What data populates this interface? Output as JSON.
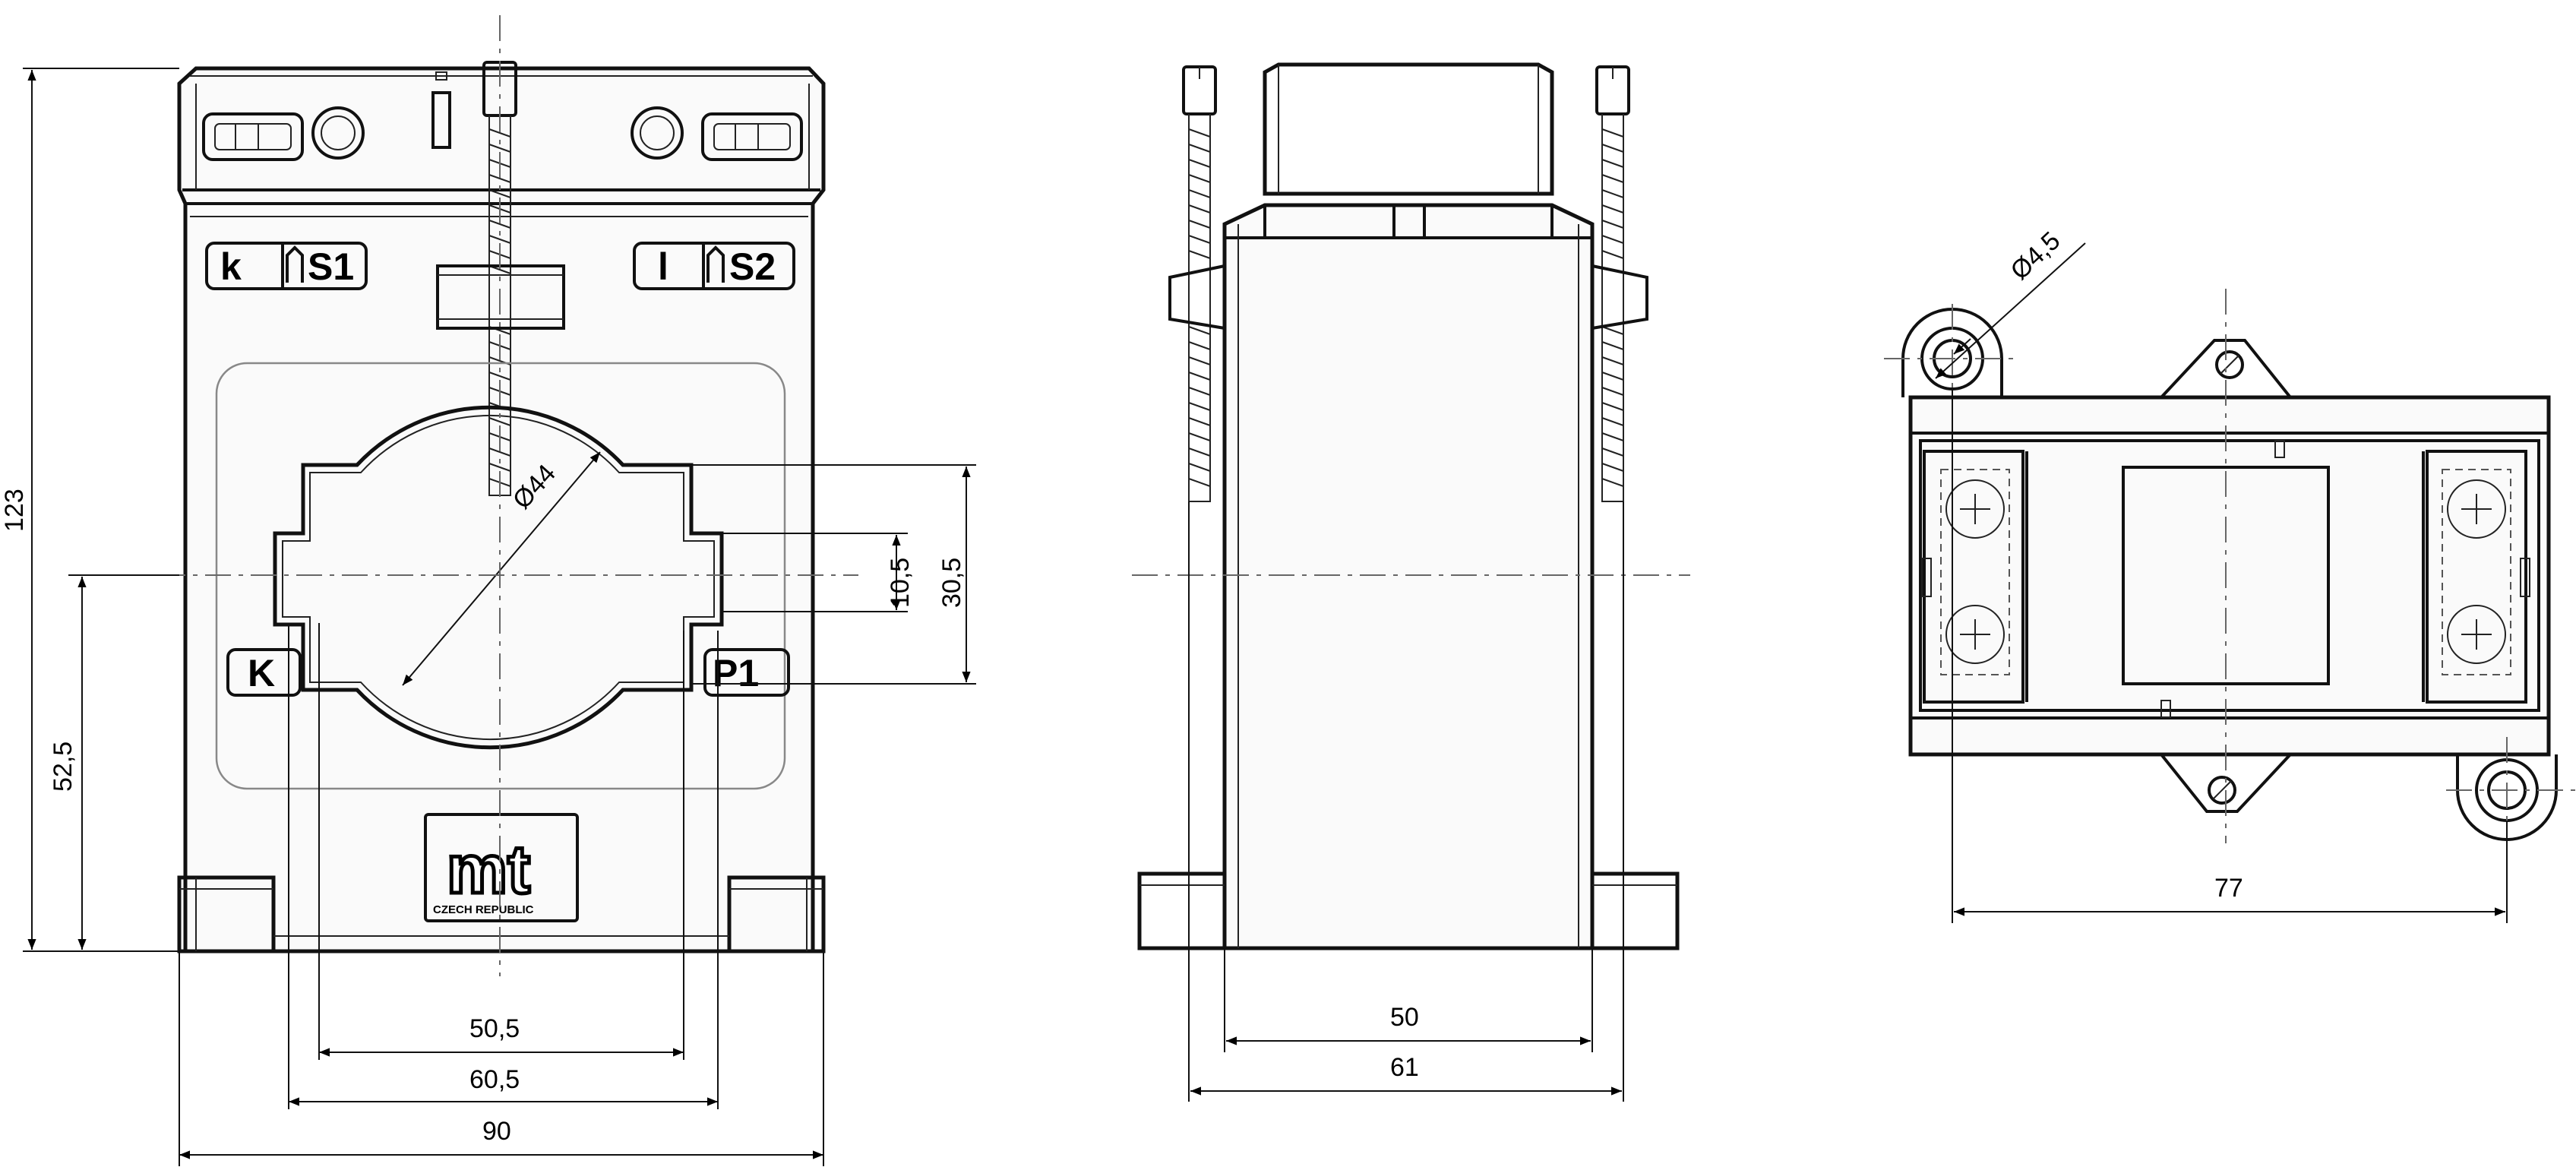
{
  "front_view": {
    "terminal_labels": {
      "k": "k",
      "s1": "S1",
      "l": "l",
      "s2": "S2",
      "K": "K",
      "P1": "P1"
    },
    "logo": {
      "mark": "mt",
      "caption": "CZECH REPUBLIC"
    },
    "dimensions": {
      "height_total": "123",
      "center_height": "52,5",
      "window_diameter": "Ø44",
      "window_offset": "10,5",
      "window_height": "30,5",
      "window_inner_width": "50,5",
      "window_outer_width": "60,5",
      "body_width": "90"
    }
  },
  "side_view": {
    "dimensions": {
      "depth_inner": "50",
      "depth_outer": "61"
    }
  },
  "bottom_view": {
    "dimensions": {
      "hole_diameter": "Ø4,5",
      "hole_spacing": "77"
    }
  }
}
